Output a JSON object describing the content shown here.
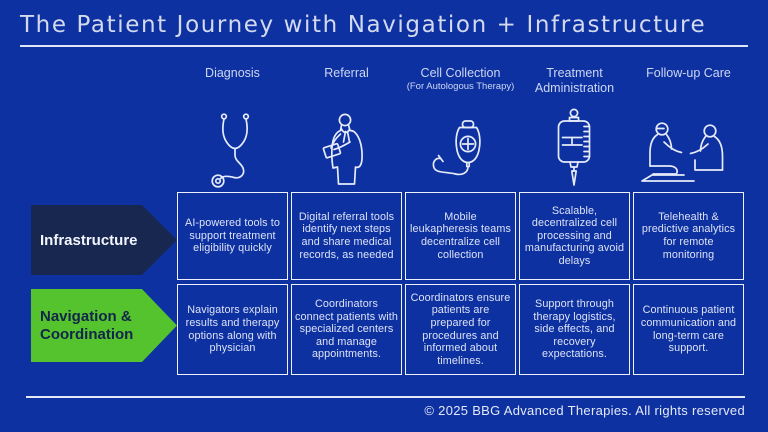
{
  "slide": {
    "title": "The Patient Journey with Navigation + Infrastructure",
    "footer": "© 2025 BBG Advanced Therapies. All rights reserved"
  },
  "columns": [
    {
      "label": "Diagnosis",
      "sublabel": "",
      "icon": "stethoscope-icon"
    },
    {
      "label": "Referral",
      "sublabel": "",
      "icon": "referral-doctor-icon"
    },
    {
      "label": "Cell Collection",
      "sublabel": "(For Autologous Therapy)",
      "icon": "apheresis-bag-icon"
    },
    {
      "label": "Treatment Administration",
      "sublabel": "",
      "icon": "iv-drip-bag-icon"
    },
    {
      "label": "Follow-up Care",
      "sublabel": "",
      "icon": "doctor-patient-consult-icon"
    }
  ],
  "rows": [
    {
      "label": "Infrastructure",
      "cells": [
        "AI-powered tools to support treatment eligibility quickly",
        "Digital referral tools identify next steps and share medical records, as needed",
        "Mobile leukapheresis teams decentralize cell collection",
        "Scalable, decentralized cell processing and manufacturing avoid delays",
        "Telehealth & predictive analytics for remote monitoring"
      ]
    },
    {
      "label": "Navigation & Coordination",
      "cells": [
        "Navigators explain results and therapy options along with physician",
        "Coordinators connect patients with specialized centers and manage appointments.",
        "Coordinators ensure patients are prepared for procedures and informed about timelines.",
        "Support through therapy logistics, side effects, and recovery expectations.",
        "Continuous patient communication and long-term care support."
      ]
    }
  ],
  "colors": {
    "background": "#0e31a1",
    "arrow_infrastructure": "#182750",
    "arrow_navigation": "#55c32d",
    "line_white": "#e3e9f8",
    "cell_text": "#dce3f7"
  }
}
